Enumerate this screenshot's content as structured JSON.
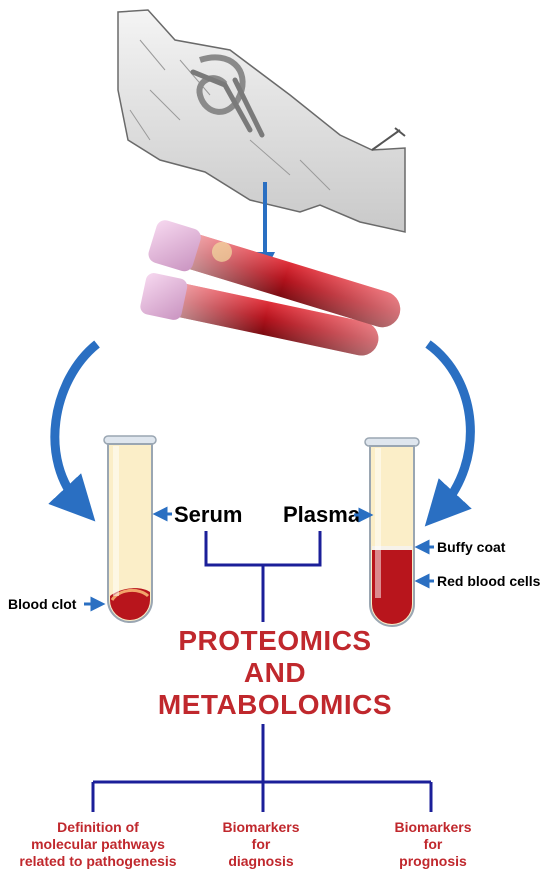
{
  "labels": {
    "serum": "Serum",
    "plasma": "Plasma",
    "blood_clot": "Blood clot",
    "buffy_coat": "Buffy coat",
    "red_blood_cells": "Red blood cells"
  },
  "title": {
    "line1": "PROTEOMICS",
    "line2": "AND",
    "line3": "METABOLOMICS"
  },
  "outcomes": [
    {
      "lines": [
        "Definition of",
        "molecular pathways",
        "related to pathogenesis"
      ]
    },
    {
      "lines": [
        "Biomarkers",
        "for",
        "diagnosis"
      ]
    },
    {
      "lines": [
        "Biomarkers",
        "for",
        "prognosis"
      ]
    }
  ],
  "colors": {
    "arrow_blue": "#2a6fc2",
    "line_navy": "#1b1f99",
    "title_red": "#c0282d",
    "blood_red": "#b8151c",
    "serum_cream": "#fbeec8",
    "cap_pink": "#e6b7dd"
  },
  "icons": [
    "arm-with-tourniquet-illustration",
    "blood-tubes-illustration",
    "serum-tube",
    "plasma-tube"
  ]
}
